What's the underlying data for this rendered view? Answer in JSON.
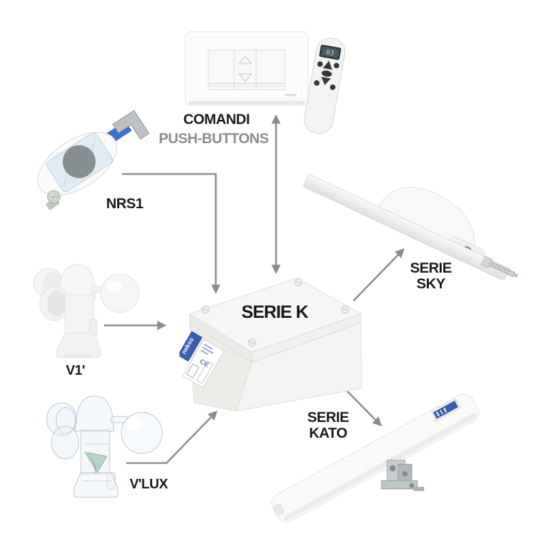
{
  "diagram": {
    "colors": {
      "arrow": "#8C8C8C",
      "text": "#1A1A1A",
      "muted_text": "#8C8C8C",
      "accent_blue": "#3A5FB0"
    },
    "comandi": {
      "label_primary": "COMANDI",
      "label_secondary": "PUSH-BUTTONS"
    },
    "remote": {
      "display_value": "03"
    },
    "nrs1": {
      "label": "NRS1"
    },
    "v1": {
      "label": "V1'"
    },
    "vlux": {
      "label": "V'LUX"
    },
    "center": {
      "label": "SERIE K"
    },
    "control_box": {
      "brand_label": "nekos",
      "ce_mark": "CE"
    },
    "sky": {
      "label_line1": "SERIE",
      "label_line2": "SKY"
    },
    "kato": {
      "label_line1": "SERIE",
      "label_line2": "KATO"
    }
  }
}
